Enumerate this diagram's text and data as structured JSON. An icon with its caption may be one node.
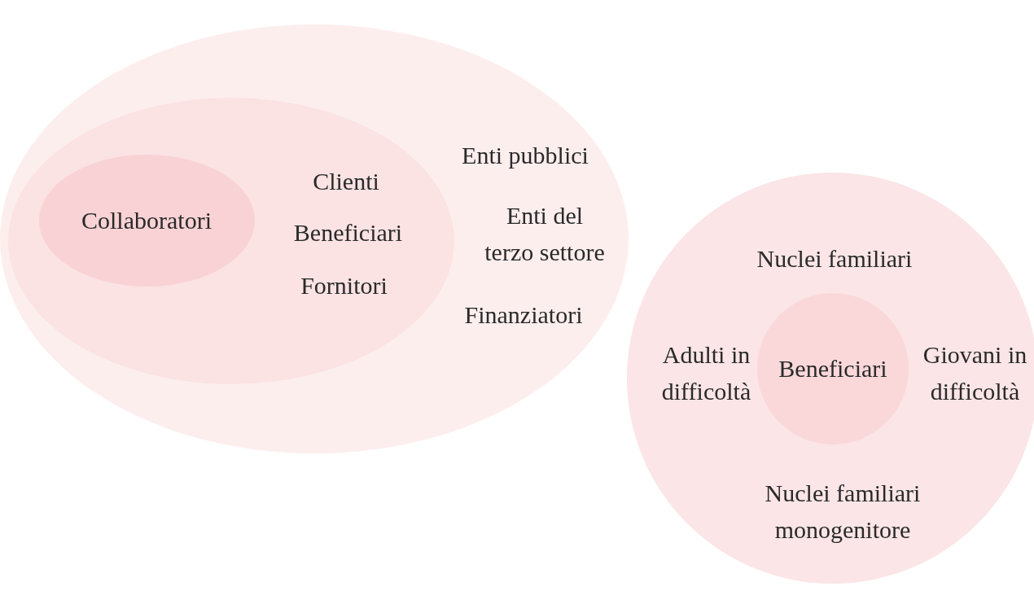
{
  "diagram": {
    "nodes": [
      {
        "text": [
          "Enti pubblici",
          "Enti del terzo settore",
          "Finanziatori"
        ]
      },
      {
        "text": [
          "Clienti",
          "Beneficiari",
          "Fornitori"
        ],
        "in": 0
      },
      {
        "text": [
          "Collaboratori"
        ],
        "in": 1
      },
      {
        "text": [
          "Nuclei familiari",
          "Adulti in difficoltà",
          "Giovani in difficoltà",
          "Nuclei familiari monogenitore"
        ]
      },
      {
        "text": [
          "Beneficiari"
        ],
        "in": 3
      }
    ]
  }
}
